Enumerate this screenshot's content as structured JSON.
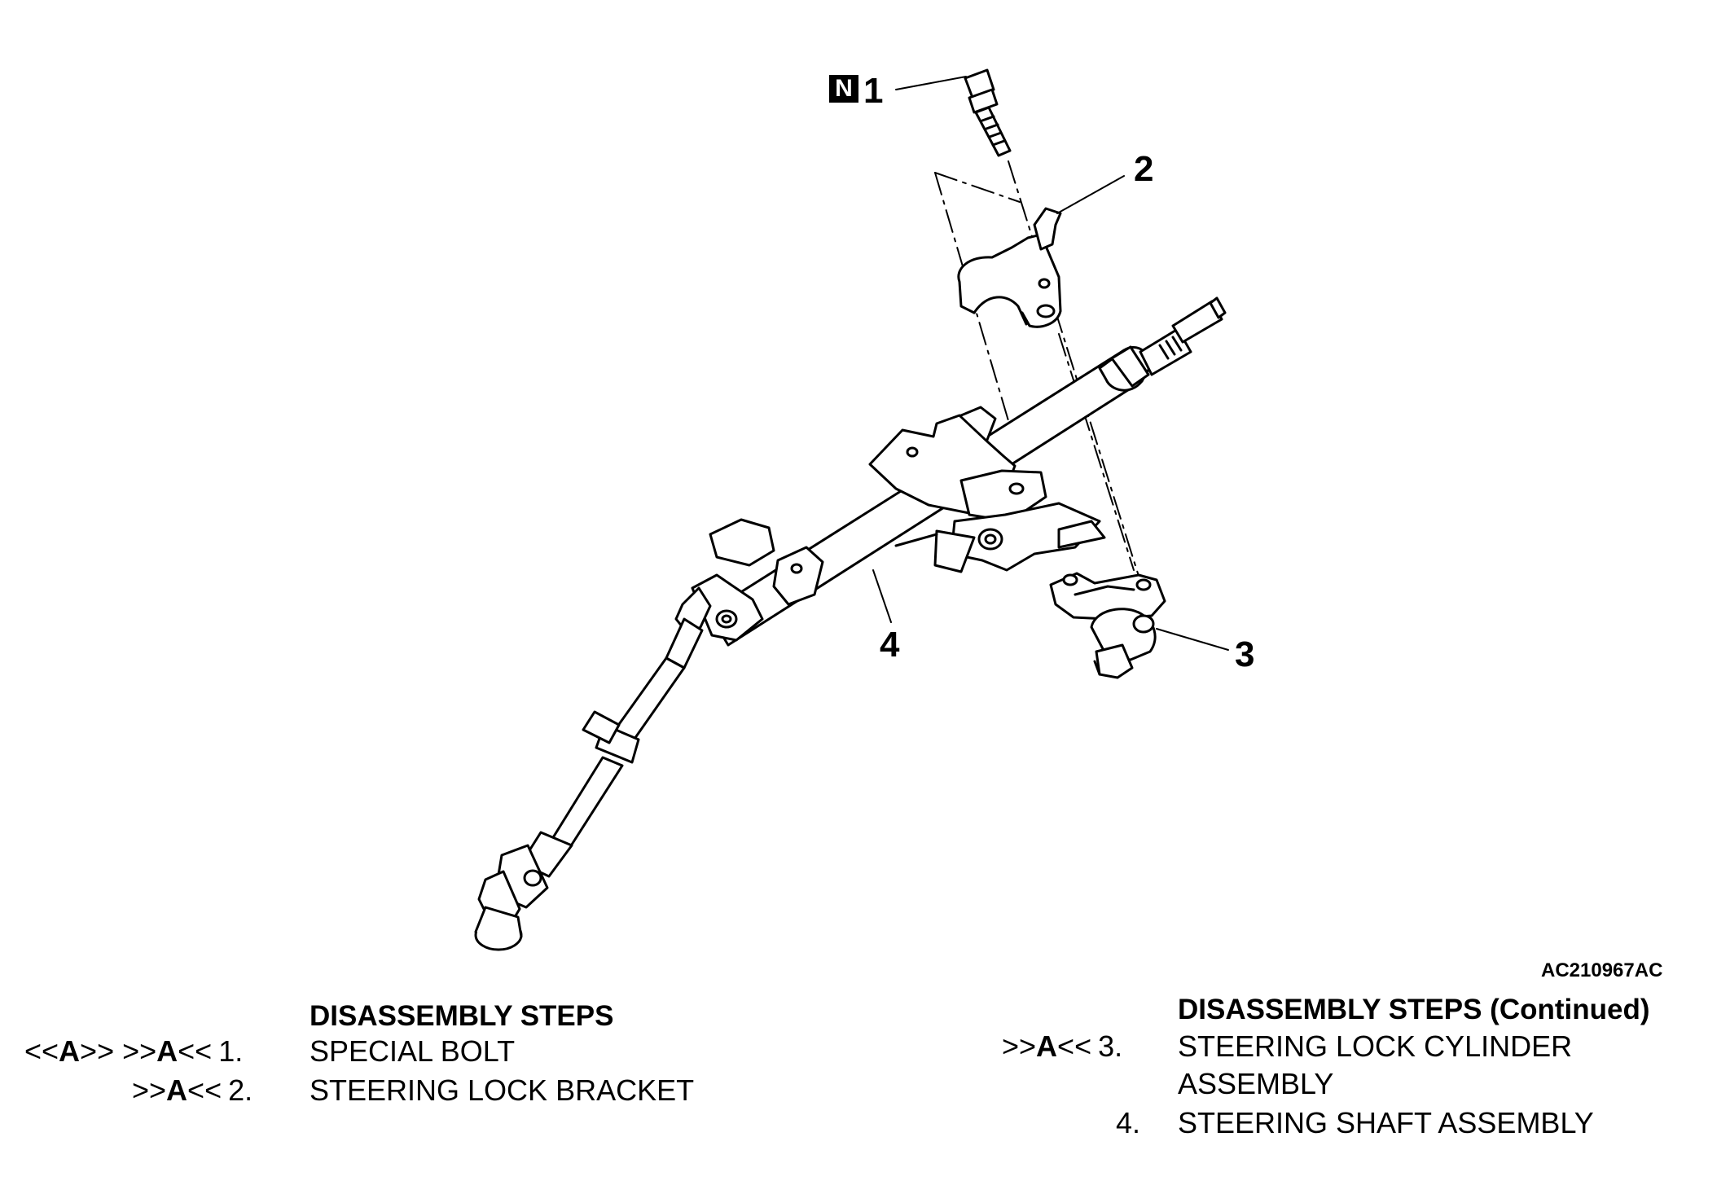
{
  "figure": {
    "code": "AC210967AC",
    "callouts": [
      "1",
      "2",
      "3",
      "4"
    ],
    "n_mark": "N"
  },
  "left_panel": {
    "heading": "DISASSEMBLY STEPS",
    "steps": [
      {
        "ref_pre": "<<",
        "ref_a1": "A",
        "ref_mid": ">> >>",
        "ref_a2": "A",
        "ref_post": "<<",
        "num": "1.",
        "text": "SPECIAL BOLT"
      },
      {
        "ref_pre": "",
        "ref_a1": "",
        "ref_mid": ">>",
        "ref_a2": "A",
        "ref_post": "<<",
        "num": "2.",
        "text": "STEERING LOCK BRACKET"
      }
    ]
  },
  "right_panel": {
    "heading": "DISASSEMBLY STEPS (Continued)",
    "steps": [
      {
        "ref_mid": ">>",
        "ref_a2": "A",
        "ref_post": "<<",
        "num": "3.",
        "text": "STEERING LOCK CYLINDER",
        "text2": "ASSEMBLY"
      },
      {
        "ref_mid": "",
        "ref_a2": "",
        "ref_post": "",
        "num": "4.",
        "text": "STEERING SHAFT ASSEMBLY"
      }
    ]
  }
}
